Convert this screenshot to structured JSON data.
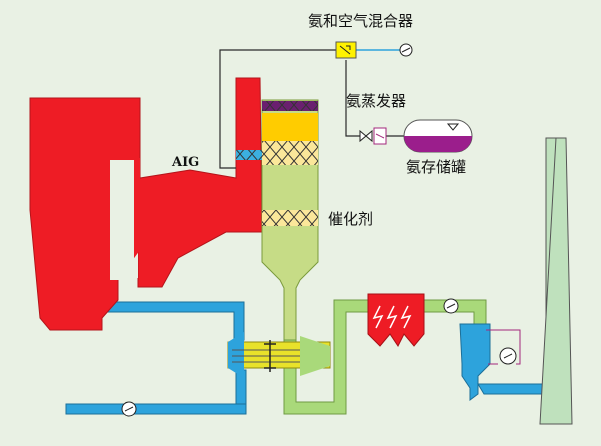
{
  "labels": {
    "mixer": "氨和空气混合器",
    "evaporator": "氨蒸发器",
    "storage": "氨存储罐",
    "aig": "AIG",
    "catalyst": "催化剂"
  },
  "colors": {
    "background": "#e9f1e4",
    "boiler": "#ee1c25",
    "reactor": "#c6dc86",
    "catalyst_band": "#ffcc00",
    "flue_duct": "#a9d97a",
    "air_duct": "#2da3dc",
    "preheater": "#e8e22a",
    "storage_liquid": "#9b1e8c",
    "line": "#2a2a2a",
    "control_line": "#a3287c",
    "stack": "#bfe1bd"
  },
  "icons": [
    "fan-icon",
    "mixer-icon",
    "valve-icon",
    "heater-coil-icon",
    "filter-coils-icon"
  ]
}
